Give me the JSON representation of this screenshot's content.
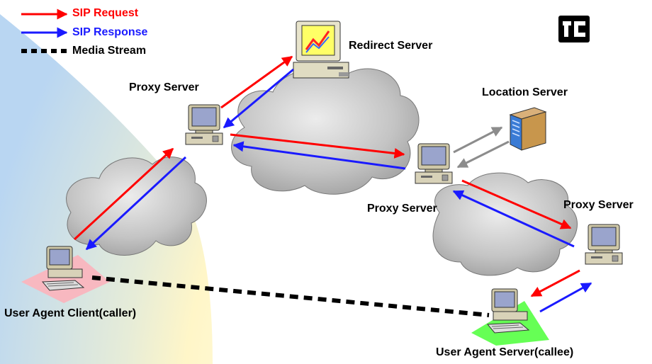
{
  "legend": {
    "request": {
      "label": "SIP Request",
      "color": "#ff0000"
    },
    "response": {
      "label": "SIP Response",
      "color": "#1a1aff"
    },
    "media": {
      "label": "Media Stream",
      "color": "#000000"
    }
  },
  "nodes": {
    "redirect_server": "Redirect Server",
    "location_server": "Location Server",
    "proxy_left": "Proxy Server",
    "proxy_middle": "Proxy Server",
    "proxy_right": "Proxy Server",
    "caller": "User Agent Client(caller)",
    "callee": "User Agent Server(callee)"
  },
  "colors": {
    "background_arc": "#fffbe0",
    "background_sky": "#cfe3f6",
    "cloud": "#b8b8b8",
    "caller_pad": "#f8b8c0",
    "callee_pad": "#66ff55",
    "location_link": "#8c8c8c"
  },
  "icons": {
    "logo": "company-logo-icon",
    "computer": "computer-icon",
    "server": "server-tower-icon"
  }
}
